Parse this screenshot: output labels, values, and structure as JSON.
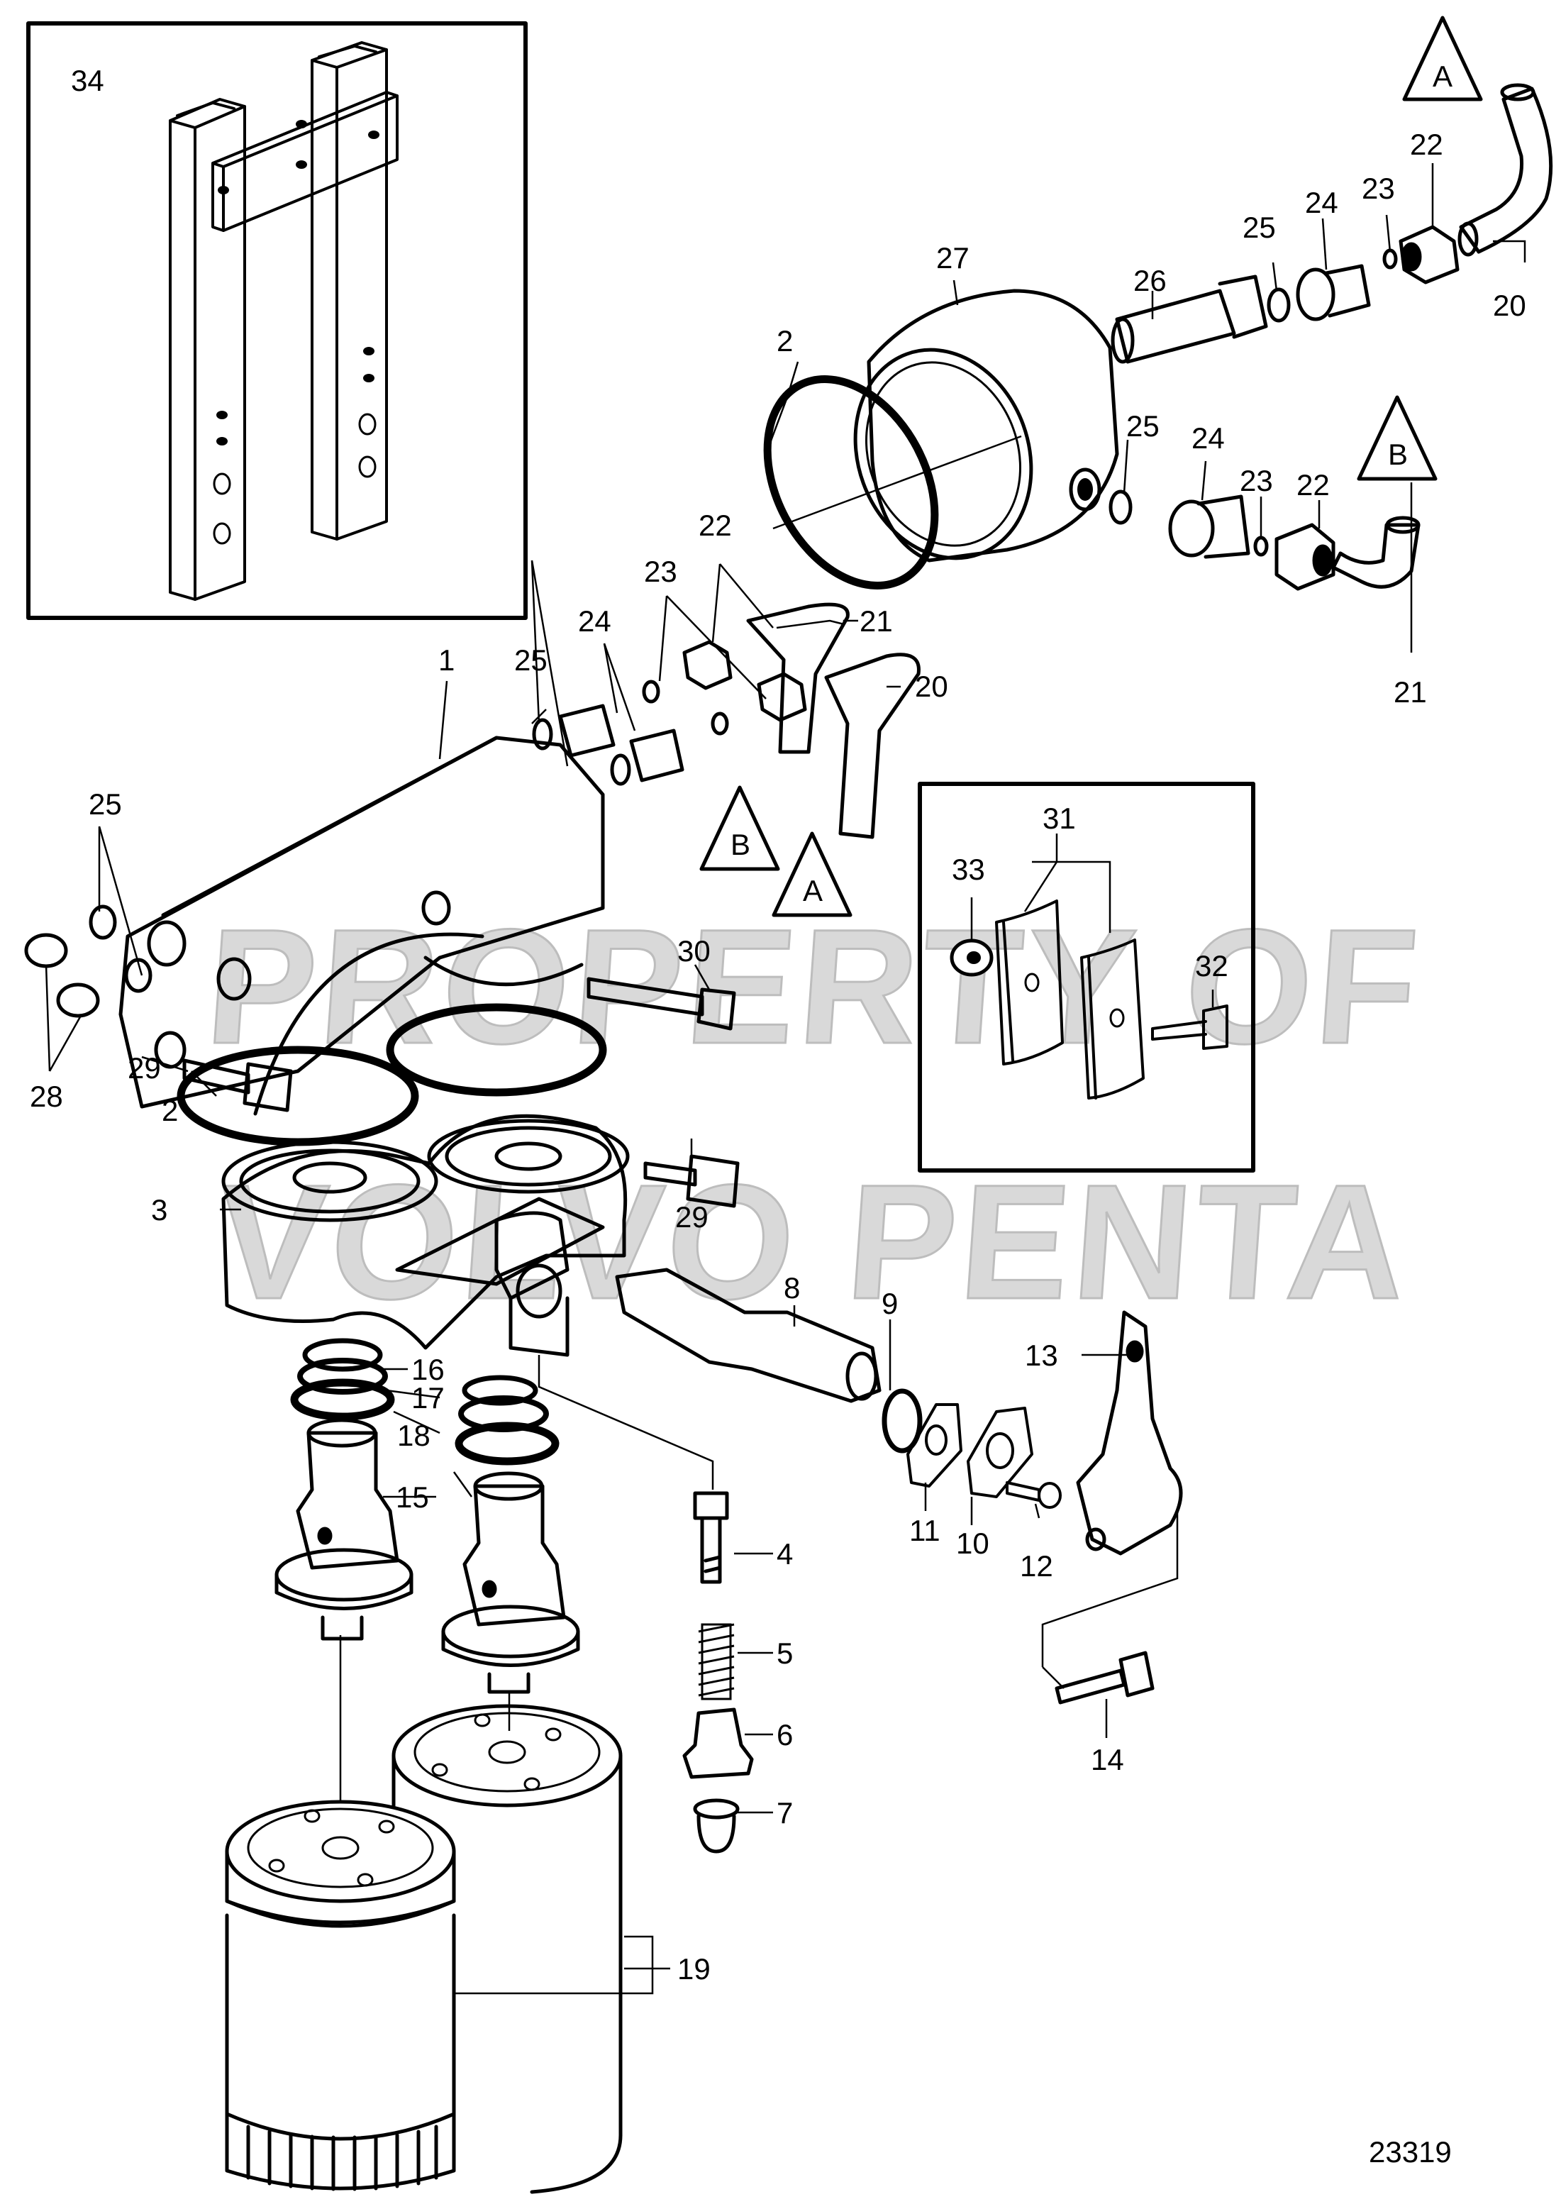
{
  "diagram": {
    "id_label": "23319",
    "watermark": [
      "PROPERTY OF",
      "VOLVO PENTA"
    ],
    "refs": {
      "a": "A",
      "b": "B"
    },
    "callouts": {
      "c1": "1",
      "c2a": "2",
      "c2b": "2",
      "c3": "3",
      "c4": "4",
      "c5": "5",
      "c6": "6",
      "c7": "7",
      "c8": "8",
      "c9": "9",
      "c10": "10",
      "c11": "11",
      "c12": "12",
      "c13": "13",
      "c14": "14",
      "c15": "15",
      "c16": "16",
      "c17": "17",
      "c18": "18",
      "c19": "19",
      "c20a": "20",
      "c20b": "20",
      "c21a": "21",
      "c21b": "21",
      "c22a": "22",
      "c22b": "22",
      "c22c": "22",
      "c23a": "23",
      "c23b": "23",
      "c23c": "23",
      "c24a": "24",
      "c24b": "24",
      "c24c": "24",
      "c25a": "25",
      "c25b": "25",
      "c25c": "25",
      "c25d": "25",
      "c26": "26",
      "c27": "27",
      "c28": "28",
      "c29a": "29",
      "c29b": "29",
      "c30": "30",
      "c31": "31",
      "c32": "32",
      "c33": "33",
      "c34": "34"
    }
  }
}
